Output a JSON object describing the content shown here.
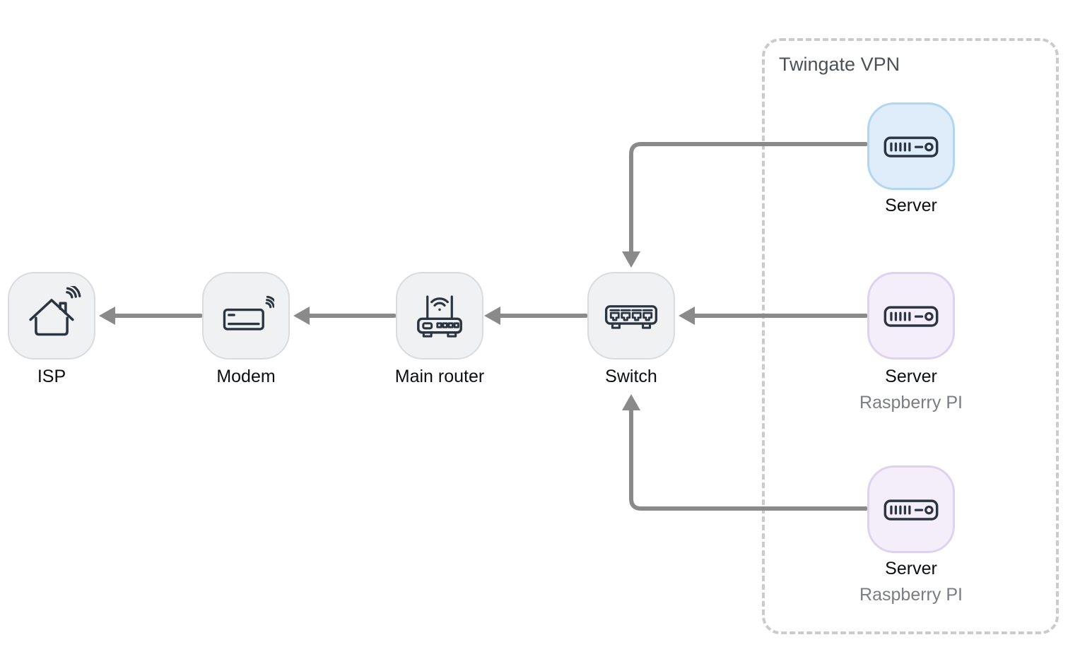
{
  "group": {
    "label": "Twingate VPN"
  },
  "nodes": {
    "isp": {
      "label": "ISP",
      "icon": "house-wifi-icon"
    },
    "modem": {
      "label": "Modem",
      "icon": "modem-wifi-icon"
    },
    "router": {
      "label": "Main router",
      "icon": "wifi-router-icon"
    },
    "switch": {
      "label": "Switch",
      "icon": "network-switch-icon"
    },
    "server1": {
      "label": "Server",
      "icon": "server-icon",
      "variant": "blue"
    },
    "server2": {
      "label": "Server",
      "sublabel": "Raspberry PI",
      "icon": "server-icon",
      "variant": "purple"
    },
    "server3": {
      "label": "Server",
      "sublabel": "Raspberry PI",
      "icon": "server-icon",
      "variant": "purple"
    }
  },
  "edges": [
    {
      "from": "modem",
      "to": "isp"
    },
    {
      "from": "router",
      "to": "modem"
    },
    {
      "from": "switch",
      "to": "router"
    },
    {
      "from": "server1",
      "to": "switch"
    },
    {
      "from": "server2",
      "to": "switch"
    },
    {
      "from": "server3",
      "to": "switch"
    }
  ],
  "colors": {
    "background": "#ffffff",
    "node_bg": "#f0f1f3",
    "node_border": "#d9dbde",
    "server_blue_bg": "#dfedfb",
    "server_blue_border": "#b2d6f2",
    "server_purple_bg": "#f4eefa",
    "server_purple_border": "#ded3ee",
    "arrow": "#8a8a8a",
    "group_dash_border": "#c9cbcd",
    "icon_stroke": "#2b3541",
    "label_text": "#0d0e10",
    "sublabel_text": "#7b7d82",
    "group_label_text": "#4c5157"
  }
}
